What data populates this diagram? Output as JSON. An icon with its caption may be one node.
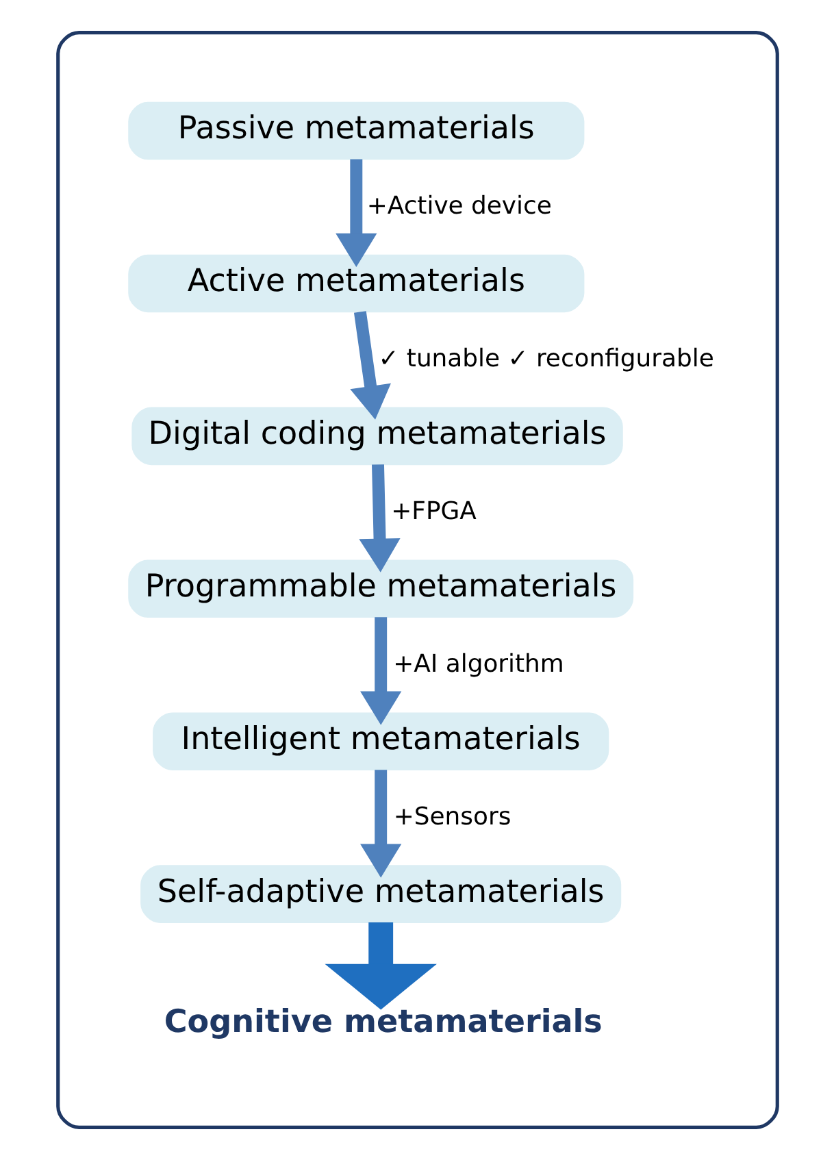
{
  "diagram": {
    "nodes": [
      {
        "text": [],
        "shape": "box"
      },
      {
        "text": [
          "Passive metamaterials"
        ],
        "in": 0
      },
      {
        "text": [
          "Active metamaterials"
        ],
        "in": 0
      },
      {
        "text": [
          "Digital coding metamaterials"
        ],
        "in": 0
      },
      {
        "text": [
          "Programmable metamaterials"
        ],
        "in": 0
      },
      {
        "text": [
          "Intelligent metamaterials"
        ],
        "in": 0
      },
      {
        "text": [
          "Self-adaptive metamaterials"
        ],
        "in": 0
      },
      {
        "text": [
          "Cognitive metamaterials"
        ],
        "in": 0
      }
    ],
    "edges": [
      {
        "from": 1,
        "to": 2,
        "arrow": "to",
        "label": "+Active device"
      },
      {
        "from": 2,
        "to": 3,
        "arrow": "to",
        "label": "✓ tunable ✓ reconfigurable"
      },
      {
        "from": 3,
        "to": 4,
        "arrow": "to",
        "label": "+FPGA"
      },
      {
        "from": 4,
        "to": 5,
        "arrow": "to",
        "label": "+AI algorithm"
      },
      {
        "from": 5,
        "to": 6,
        "arrow": "to",
        "label": "+Sensors"
      },
      {
        "from": 6,
        "to": 7,
        "arrow": "to",
        "style": "thick",
        "color": "#1f6fc0"
      }
    ]
  }
}
